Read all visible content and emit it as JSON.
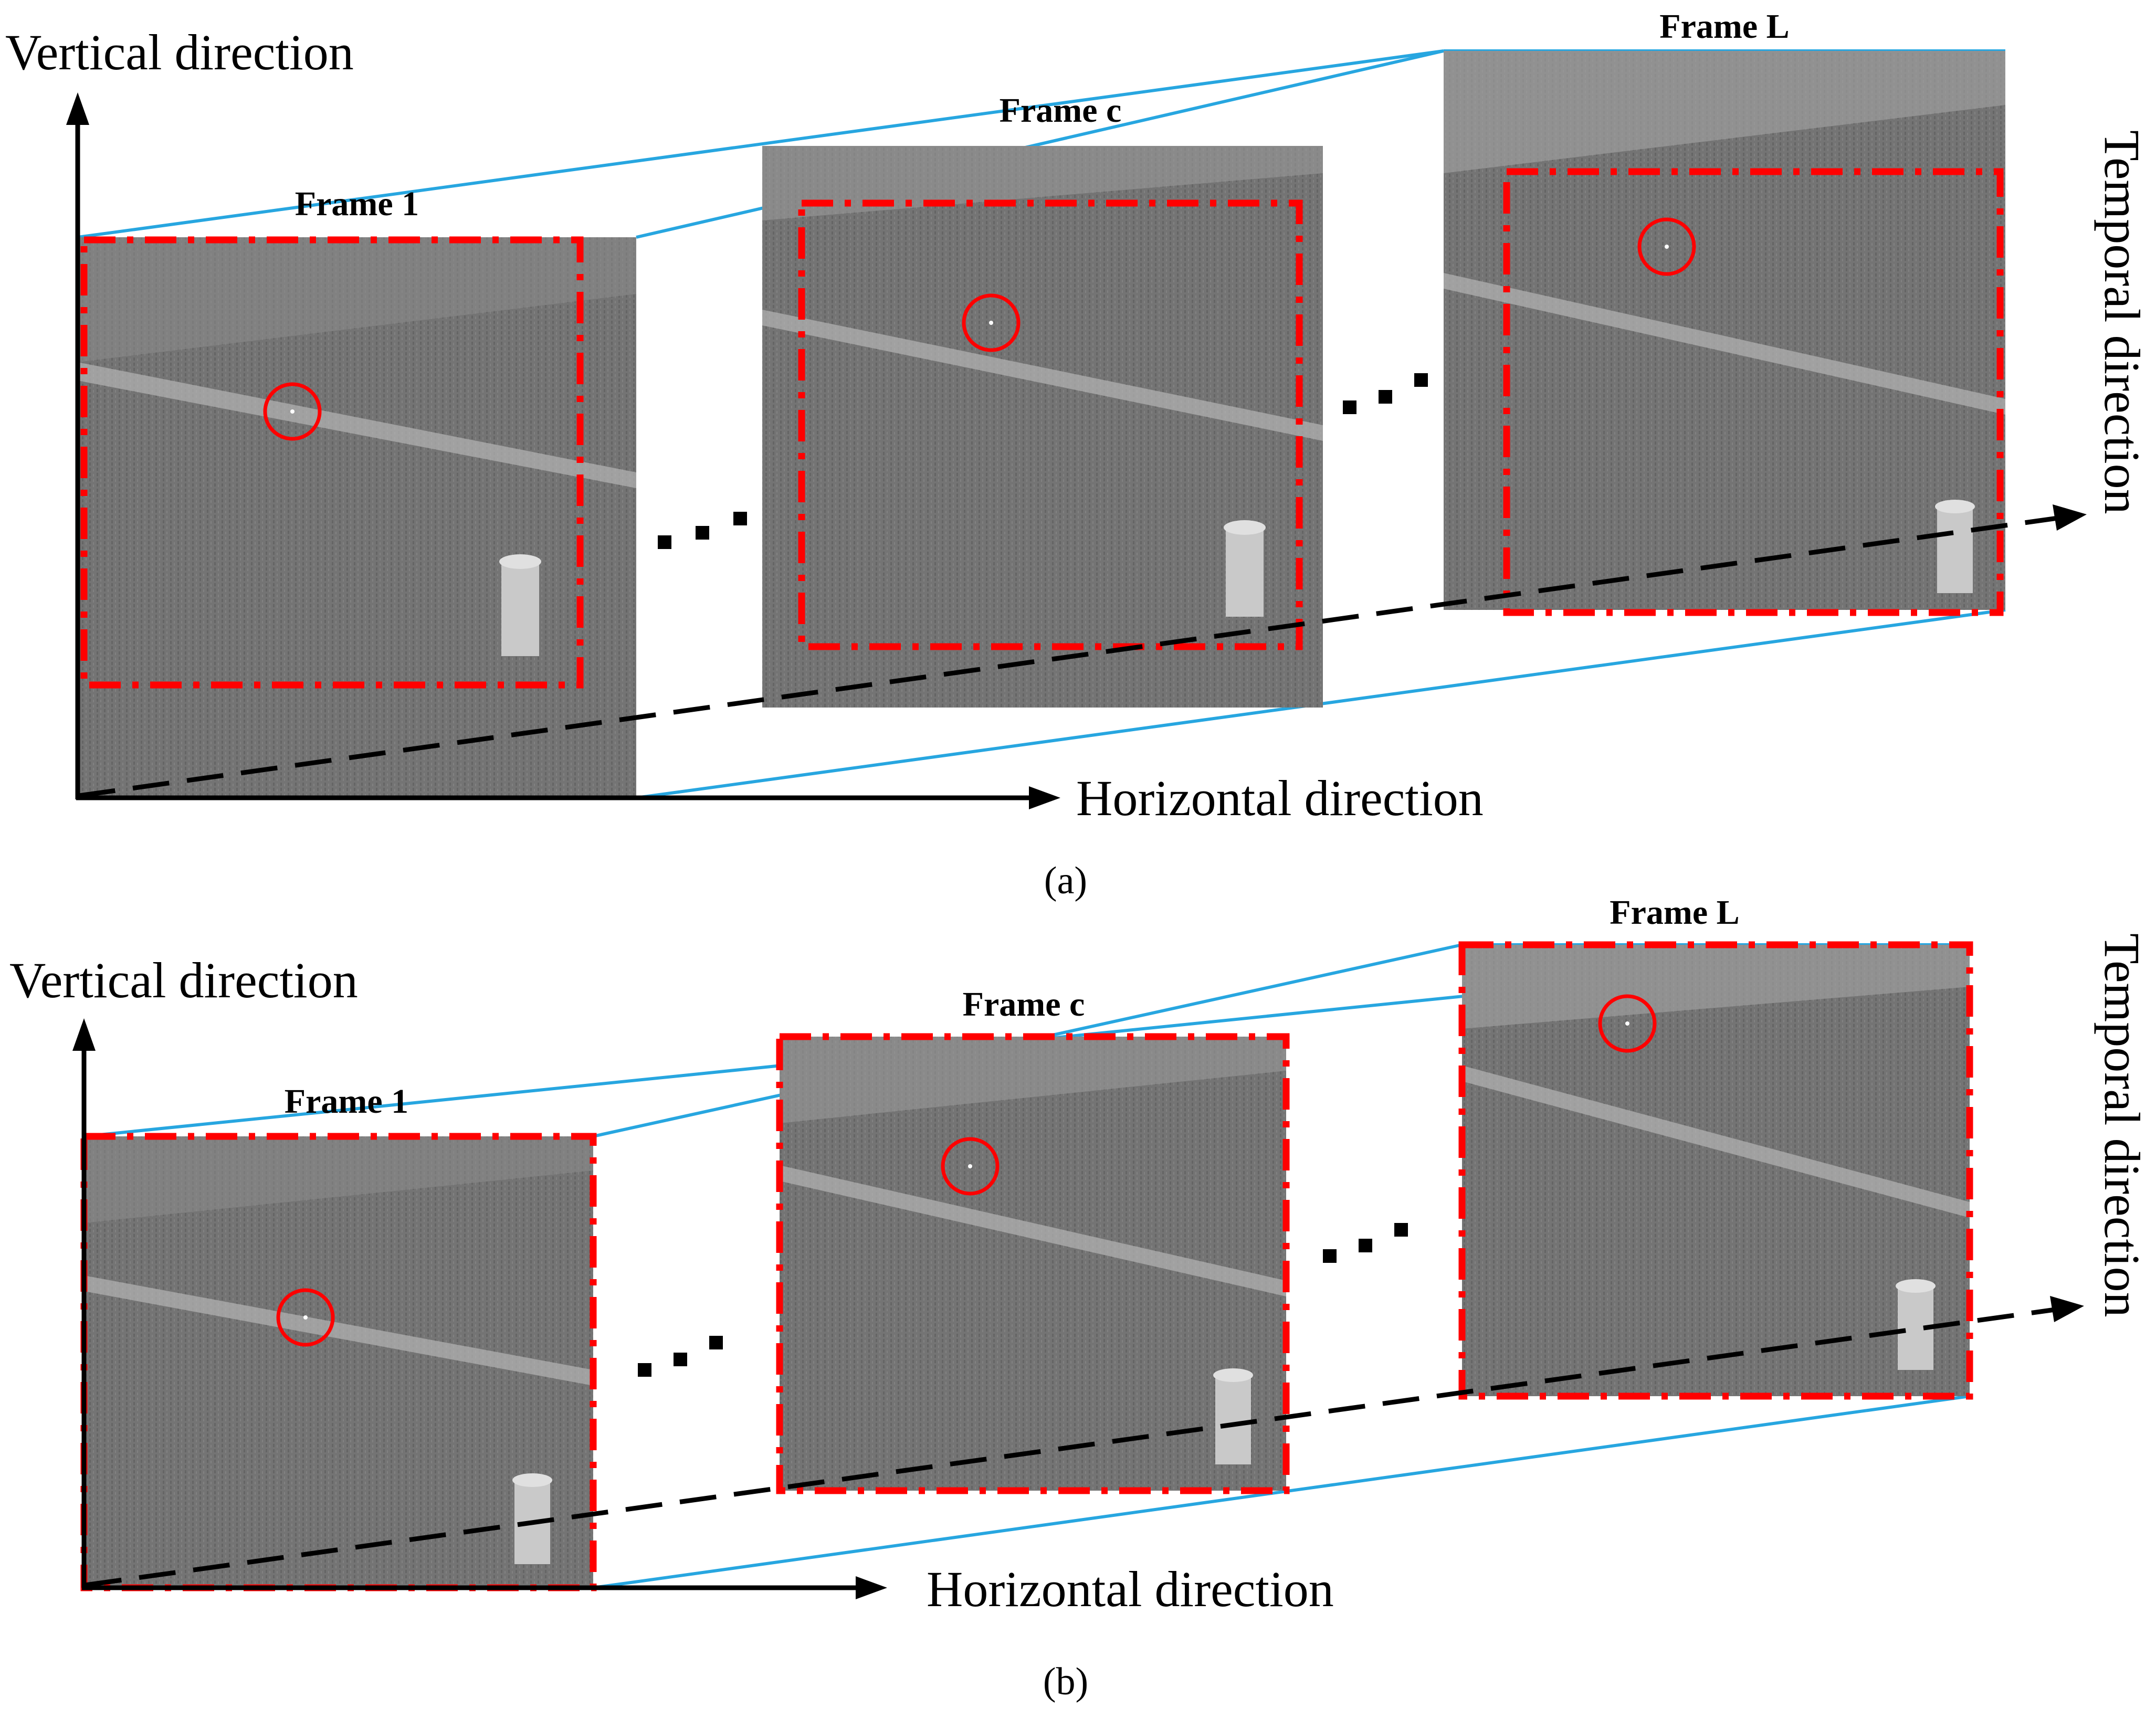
{
  "colors": {
    "background": "#ffffff",
    "axis": "#000000",
    "projection_line": "#27a6e0",
    "roi_box": "#ff0000",
    "target_circle": "#ff0000",
    "frame_image": "#707070"
  },
  "panel_a": {
    "caption": "(a)",
    "vertical_axis_label": "Vertical direction",
    "horizontal_axis_label": "Horizontal direction",
    "temporal_axis_label": "Temporal direction",
    "frames": [
      {
        "title": "Frame 1"
      },
      {
        "title": "Frame c"
      },
      {
        "title": "Frame L"
      }
    ],
    "ellipsis": "..."
  },
  "panel_b": {
    "caption": "(b)",
    "vertical_axis_label": "Vertical direction",
    "horizontal_axis_label": "Horizontal direction",
    "temporal_axis_label": "Temporal direction",
    "frames": [
      {
        "title": "Frame 1"
      },
      {
        "title": "Frame c"
      },
      {
        "title": "Frame L"
      }
    ],
    "ellipsis": "..."
  }
}
